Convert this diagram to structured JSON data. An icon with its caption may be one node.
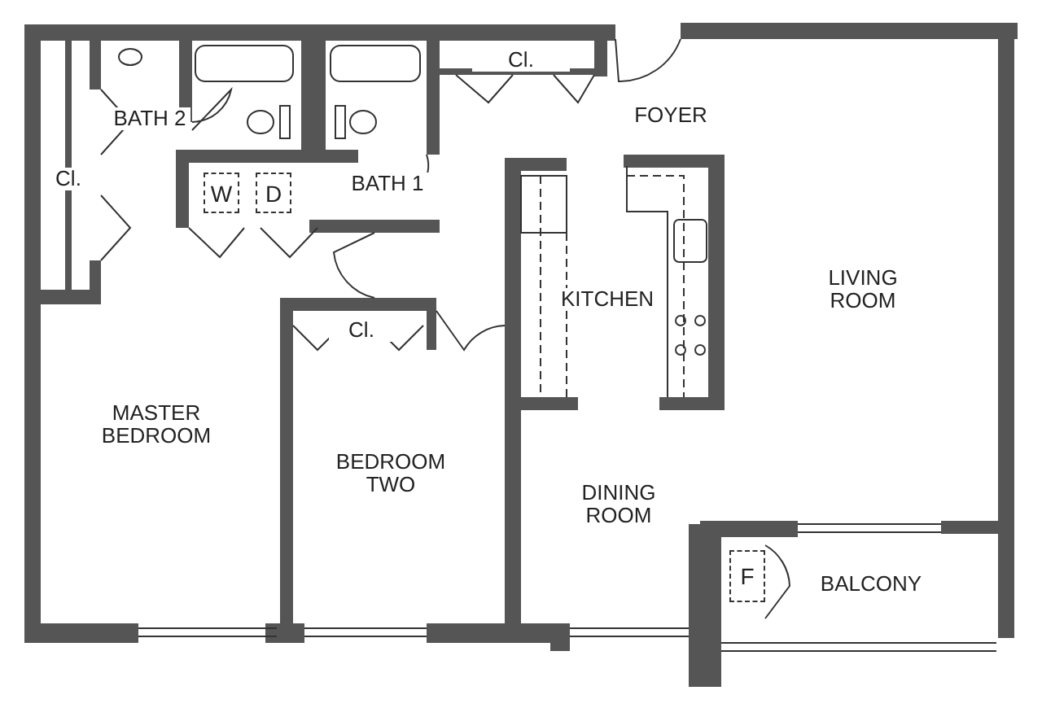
{
  "diagram": {
    "nodes": [
      {
        "text": [
          "W"
        ]
      },
      {
        "text": [
          "D"
        ]
      },
      {
        "text": [
          "F"
        ]
      }
    ],
    "labels": [
      "Cl.",
      "BATH 2",
      "FOYER",
      "Cl.",
      "BATH 1",
      "KITCHEN",
      "LIVING ROOM",
      "Cl.",
      "MASTER BEDROOM",
      "BEDROOM TWO",
      "DINING ROOM",
      "BALCONY"
    ]
  }
}
